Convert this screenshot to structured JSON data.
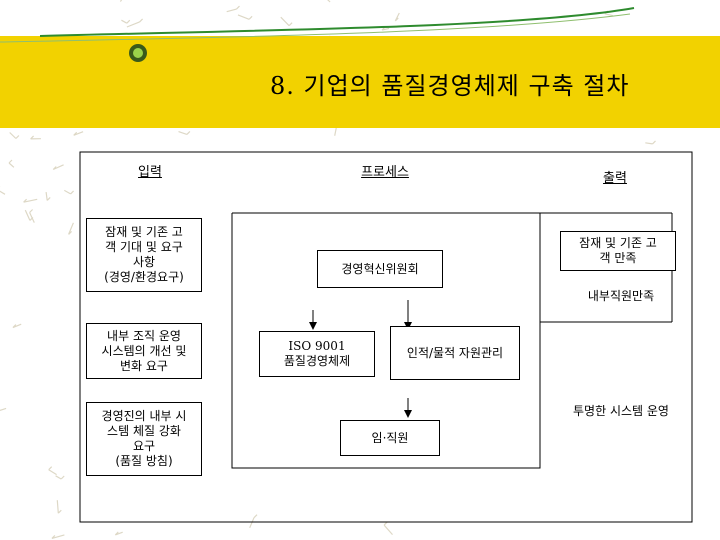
{
  "slide": {
    "title": "8. 기업의 품질경영체제 구축 절차"
  },
  "columns": {
    "input": "입력",
    "process": "프로세스",
    "output": "출력"
  },
  "inputs": [
    {
      "lines": [
        "잠재 및 기존 고",
        "객 기대 및 요구",
        "사항",
        "(경영/환경요구)"
      ]
    },
    {
      "lines": [
        "내부 조직 운영",
        "시스템의 개선 및",
        "변화 요구"
      ]
    },
    {
      "lines": [
        "경영진의 내부 시",
        "스템 체질 강화",
        "요구",
        "(품질 방침)"
      ]
    }
  ],
  "process": {
    "committee": "경영혁신위원회",
    "iso": [
      "ISO 9001",
      "품질경영체제"
    ],
    "resources": "인적/물적 자원관리",
    "staff": "임·직원"
  },
  "outputs": {
    "customer": [
      "잠재 및 기존 고",
      "객 만족"
    ],
    "employee": "내부직원만족",
    "transparent": "투명한 시스템 운영"
  },
  "colors": {
    "header_band": "#f2d200",
    "title_text": "#000000"
  }
}
